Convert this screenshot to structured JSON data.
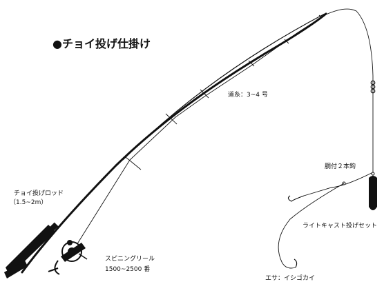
{
  "title": "●チョイ投げ仕掛け",
  "labels": {
    "line": "道糸：3~4 号",
    "hooks": "胴付２本鈎",
    "rig": "ライトキャスト投げセット",
    "bait": "エサ：イシゴカイ",
    "rod_name": "チョイ投げロッド",
    "rod_length": "（1.5~2m）",
    "reel_name": "スピニングリール",
    "reel_size": "1500~2500 番"
  },
  "colors": {
    "ink": "#111111",
    "background": "#ffffff"
  }
}
